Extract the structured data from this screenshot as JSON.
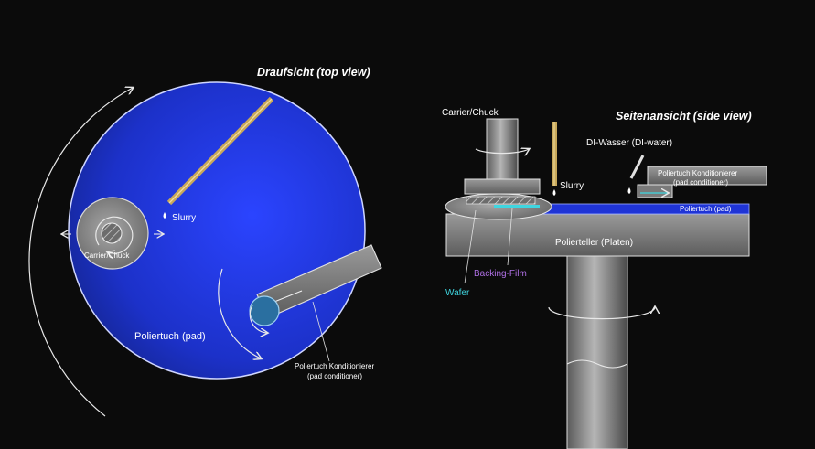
{
  "colors": {
    "background": "#0b0b0b",
    "pad_blue": "#1f34d6",
    "platen_grey": "#8a8a8a",
    "slurry_gold": "#c8a85a",
    "wafer_cyan": "#3fd6e0",
    "backing_film_purple": "#b070e6"
  },
  "top_view": {
    "title": "Draufsicht (top view)",
    "slurry_label": "Slurry",
    "carrier_label": "Carrier/Chuck",
    "pad_label": "Poliertuch (pad)",
    "conditioner_label_line1": "Poliertuch Konditionierer",
    "conditioner_label_line2": "(pad conditioner)"
  },
  "side_view": {
    "title": "Seitenansicht (side view)",
    "carrier_label": "Carrier/Chuck",
    "slurry_label": "Slurry",
    "di_water_label": "DI-Wasser (DI-water)",
    "conditioner_label_line1": "Poliertuch Konditionierer",
    "conditioner_label_line2": "(pad conditioner)",
    "pad_label": "Poliertuch (pad)",
    "platen_label": "Polierteller (Platen)",
    "backing_film_label": "Backing-Film",
    "wafer_label": "Wafer"
  },
  "icons": [
    "rotation-arrow-icon",
    "double-arrow-icon",
    "slurry-drop-icon"
  ]
}
